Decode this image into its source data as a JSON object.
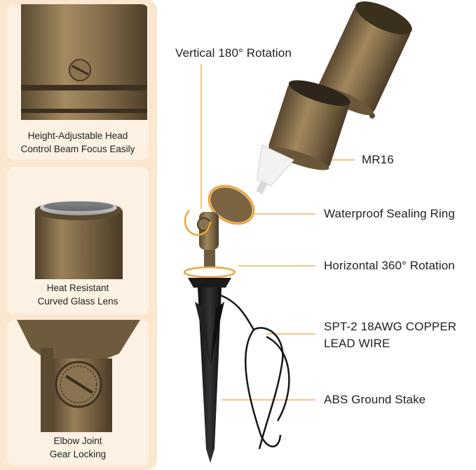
{
  "cards": [
    {
      "line1": "Height-Adjustable Head",
      "line2": "Control Beam Focus Easily",
      "icon": "brass-head-closeup"
    },
    {
      "line1": "Heat Resistant",
      "line2": "Curved Glass Lens",
      "icon": "glass-lens-closeup"
    },
    {
      "line1": "Elbow Joint",
      "line2": "Gear Locking",
      "icon": "elbow-joint-closeup"
    }
  ],
  "callouts": {
    "vertical_rotation": "Vertical 180° Rotation",
    "mr16": "MR16",
    "sealing_ring": "Waterproof Sealing Ring",
    "horizontal_rotation": "Horizontal 360° Rotation",
    "wire_line1": "SPT-2 18AWG COPPER",
    "wire_line2": "LEAD WIRE",
    "stake": "ABS Ground Stake"
  },
  "colors": {
    "panel": "#fbe6cf",
    "card": "#fdf1e3",
    "accent": "#f0a33a",
    "brass": "#8a6e44",
    "stake": "#1c1c1c"
  }
}
